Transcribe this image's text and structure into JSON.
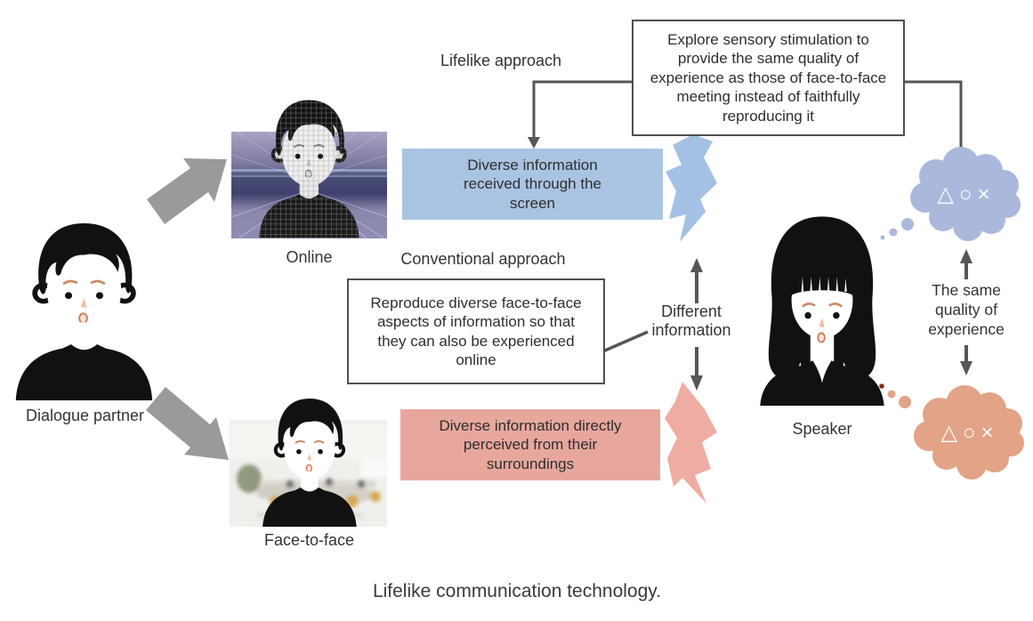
{
  "figure": {
    "caption": "Lifelike communication technology."
  },
  "people": {
    "dialogue_partner": {
      "label": "Dialogue partner"
    },
    "speaker": {
      "label": "Speaker"
    }
  },
  "modes": {
    "online": {
      "label": "Online",
      "info": "Diverse information received through the screen"
    },
    "face_to_face": {
      "label": "Face-to-face",
      "info": "Diverse information directly perceived from their surroundings"
    }
  },
  "approaches": {
    "lifelike": {
      "label": "Lifelike approach",
      "description": "Explore sensory stimulation to provide the same quality of experience as those of face-to-face meeting instead of faithfully reproducing it"
    },
    "conventional": {
      "label": "Conventional approach",
      "description": "Reproduce diverse face-to-face aspects of information so that they can also be experienced online"
    }
  },
  "comparisons": {
    "different_information": "Different information",
    "same_quality": "The same quality of experience"
  },
  "thoughts": {
    "symbols": "△○×"
  },
  "colors": {
    "info_box_blue": "#a9c4e2",
    "info_box_pink": "#e7a79d",
    "cloud_blue": "#aab9db",
    "cloud_pink": "#e2a386",
    "flash_blue": "#a4c1e5",
    "flash_pink": "#efaca2",
    "gray_arrow": "#9a9a9a",
    "line": "#565656"
  }
}
